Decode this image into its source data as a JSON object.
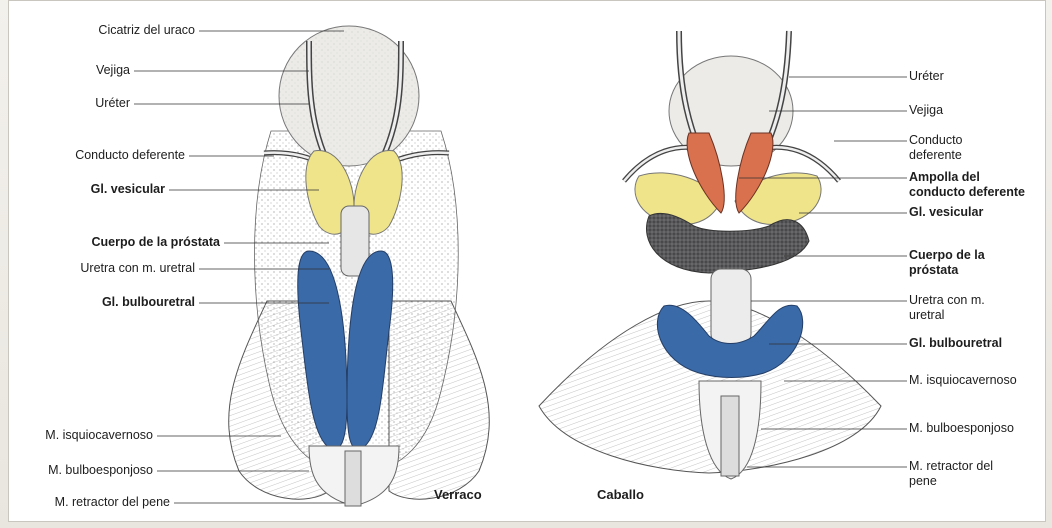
{
  "left_figure": {
    "caption": "Verraco",
    "labels": [
      "Cicatriz del uraco",
      "Vejiga",
      "Uréter",
      "Conducto deferente",
      "Gl. vesicular",
      "Cuerpo de la próstata",
      "Uretra con m. uretral",
      "Gl. bulbouretral",
      "M. isquiocavernoso",
      "M. bulboesponjoso",
      "M. retractor del pene"
    ]
  },
  "right_figure": {
    "caption": "Caballo",
    "labels": [
      "Uréter",
      "Vejiga",
      "Conducto deferente",
      "Ampolla del conducto deferente",
      "Gl. vesicular",
      "Cuerpo de la próstata",
      "Uretra con m. uretral",
      "Gl. bulbouretral",
      "M. isquiocavernoso",
      "M. bulboesponjoso",
      "M. retractor del pene"
    ]
  },
  "colors": {
    "vesicular_gland": "#efe48a",
    "bulbourethral_gland": "#3a6aa8",
    "prostate": "#57575a",
    "ampulla": "#d9704e",
    "bladder": "#ecebe8"
  }
}
